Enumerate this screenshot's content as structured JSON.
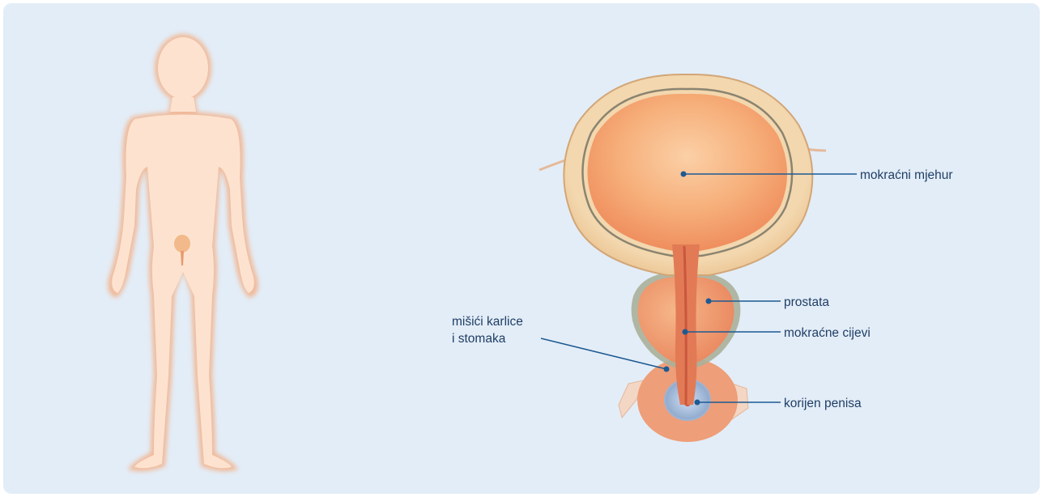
{
  "diagram": {
    "labels": {
      "bladder": "mokraćni mjehur",
      "prostate": "prostata",
      "urethra": "mokraćne cijevi",
      "pelvic_muscles_line1": "mišići karlice",
      "pelvic_muscles_line2": "i stomaka",
      "penis_root": "korijen penisa"
    },
    "colors": {
      "panel_background": "#e3edf7",
      "leader_line": "#1d5a93",
      "label_text": "#1f3e66",
      "body_fill": "#fde3cf",
      "body_glow": "#f4a97c"
    }
  }
}
